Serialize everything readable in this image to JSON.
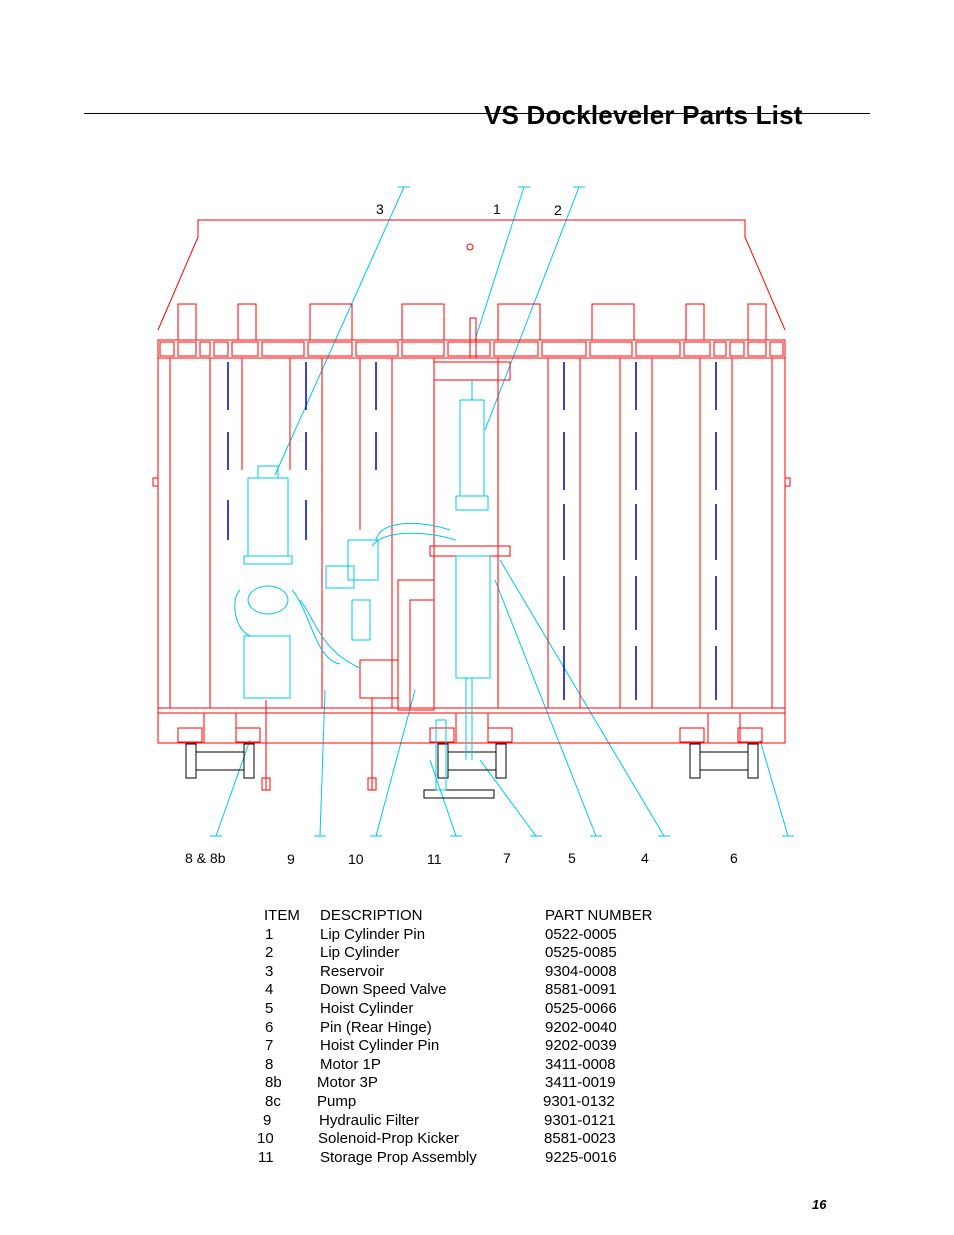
{
  "header": {
    "title": "VS Dockleveler Parts List"
  },
  "callouts": {
    "top": [
      "3",
      "1",
      "2"
    ],
    "bottom": [
      "8 & 8b",
      "9",
      "10",
      "11",
      "7",
      "5",
      "4",
      "6"
    ]
  },
  "parts_table": {
    "headers": {
      "item": "ITEM",
      "description": "DESCRIPTION",
      "part_number": "PART NUMBER"
    },
    "rows": [
      {
        "item": "1",
        "description": "Lip Cylinder Pin",
        "part_number": "0522-0005"
      },
      {
        "item": "2",
        "description": "Lip Cylinder",
        "part_number": "0525-0085"
      },
      {
        "item": "3",
        "description": "Reservoir",
        "part_number": "9304-0008"
      },
      {
        "item": "4",
        "description": "Down Speed Valve",
        "part_number": "8581-0091"
      },
      {
        "item": "5",
        "description": "Hoist Cylinder",
        "part_number": "0525-0066"
      },
      {
        "item": "6",
        "description": "Pin (Rear Hinge)",
        "part_number": "9202-0040"
      },
      {
        "item": "7",
        "description": "Hoist Cylinder Pin",
        "part_number": "9202-0039"
      },
      {
        "item": "8",
        "description": "Motor 1P",
        "part_number": "3411-0008"
      },
      {
        "item": "8b",
        "description": "Motor 3P",
        "part_number": "3411-0019"
      },
      {
        "item": "8c",
        "description": "Pump",
        "part_number": "9301-0132"
      },
      {
        "item": "9",
        "description": "Hydraulic Filter",
        "part_number": "9301-0121"
      },
      {
        "item": "10",
        "description": "Solenoid-Prop Kicker",
        "part_number": "8581-0023"
      },
      {
        "item": "11",
        "description": "Storage Prop Assembly",
        "part_number": "9225-0016"
      }
    ]
  },
  "footer": {
    "page_number": "16"
  },
  "colors": {
    "frame": "#ff0000",
    "hydraulics": "#00c8e6",
    "slots": "#0000c8",
    "text": "#000000"
  }
}
